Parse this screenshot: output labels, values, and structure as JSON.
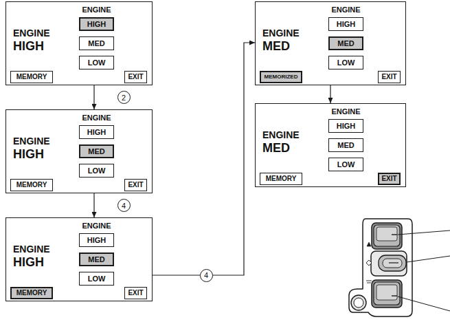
{
  "diagram": {
    "nodes": [
      {
        "text": [
          "ENGINE",
          "ENGINE",
          "HIGH"
        ]
      },
      {
        "text": [
          "HIGH"
        ],
        "in": 0
      },
      {
        "text": [
          "MED"
        ],
        "in": 0
      },
      {
        "text": [
          "LOW"
        ],
        "in": 0
      },
      {
        "text": [
          "MEMORY"
        ],
        "in": 0
      },
      {
        "text": [
          "EXIT"
        ],
        "in": 0
      },
      {
        "text": [
          "ENGINE",
          "ENGINE",
          "HIGH"
        ]
      },
      {
        "text": [
          "HIGH"
        ],
        "in": 6
      },
      {
        "text": [
          "MED"
        ],
        "in": 6
      },
      {
        "text": [
          "LOW"
        ],
        "in": 6
      },
      {
        "text": [
          "MEMORY"
        ],
        "in": 6
      },
      {
        "text": [
          "EXIT"
        ],
        "in": 6
      },
      {
        "text": [
          "ENGINE",
          "ENGINE",
          "HIGH"
        ]
      },
      {
        "text": [
          "HIGH"
        ],
        "in": 12
      },
      {
        "text": [
          "MED"
        ],
        "in": 12
      },
      {
        "text": [
          "LOW"
        ],
        "in": 12
      },
      {
        "text": [
          "MEMORY"
        ],
        "in": 12
      },
      {
        "text": [
          "EXIT"
        ],
        "in": 12
      },
      {
        "text": [
          "ENGINE",
          "ENGINE",
          "MED"
        ]
      },
      {
        "text": [
          "HIGH"
        ],
        "in": 18
      },
      {
        "text": [
          "MED"
        ],
        "in": 18
      },
      {
        "text": [
          "LOW"
        ],
        "in": 18
      },
      {
        "text": [
          "MEMORIZED"
        ],
        "in": 18
      },
      {
        "text": [
          "EXIT"
        ],
        "in": 18
      },
      {
        "text": [
          "ENGINE",
          "ENGINE",
          "MED"
        ]
      },
      {
        "text": [
          "HIGH"
        ],
        "in": 24
      },
      {
        "text": [
          "MED"
        ],
        "in": 24
      },
      {
        "text": [
          "LOW"
        ],
        "in": 24
      },
      {
        "text": [
          "MEMORY"
        ],
        "in": 24
      },
      {
        "text": [
          "EXIT"
        ],
        "in": 24
      }
    ],
    "edges": [
      {
        "from": 0,
        "to": 6,
        "arrow": "to",
        "label": "2"
      },
      {
        "from": 6,
        "to": 12,
        "arrow": "to",
        "label": "4"
      },
      {
        "from": 12,
        "to": 18,
        "arrow": "to",
        "label": "4"
      },
      {
        "from": 18,
        "to": 24,
        "arrow": "to"
      }
    ]
  }
}
